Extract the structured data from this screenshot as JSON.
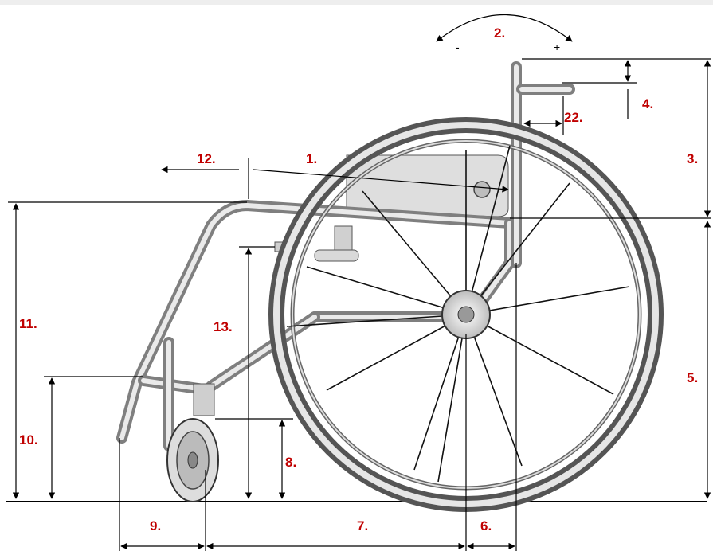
{
  "labels": {
    "l1": "1.",
    "l2": "2.",
    "l3": "3.",
    "l4": "4.",
    "l5": "5.",
    "l6": "6.",
    "l7": "7.",
    "l8": "8.",
    "l9": "9.",
    "l10": "10.",
    "l11": "11.",
    "l12": "12.",
    "l13": "13.",
    "l22": "22."
  },
  "backrest_angle_signs": {
    "minus": "-",
    "plus": "+"
  },
  "colors": {
    "label": "#c00000",
    "frame": "#9a9a9a",
    "dimension_line": "#000000"
  }
}
